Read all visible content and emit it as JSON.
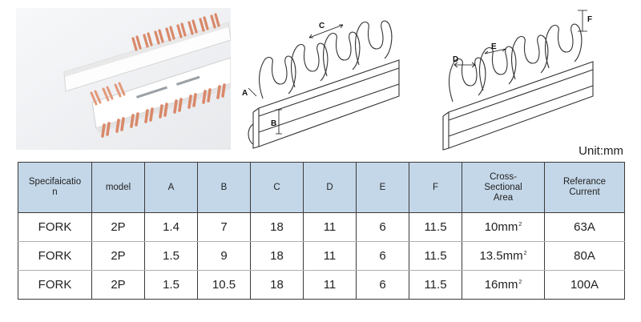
{
  "dimension_labels": {
    "left_diagram": [
      "A",
      "B",
      "C"
    ],
    "right_diagram": [
      "D",
      "E",
      "F"
    ]
  },
  "unit_label": "Unit:mm",
  "table": {
    "headers": [
      {
        "key": "spec",
        "label": "Specifaicatio\nn"
      },
      {
        "key": "model",
        "label": "model"
      },
      {
        "key": "a",
        "label": "A"
      },
      {
        "key": "b",
        "label": "B"
      },
      {
        "key": "c",
        "label": "C"
      },
      {
        "key": "d",
        "label": "D"
      },
      {
        "key": "e",
        "label": "E"
      },
      {
        "key": "f",
        "label": "F"
      },
      {
        "key": "area",
        "label": "Cross-\nSectional\nArea"
      },
      {
        "key": "current",
        "label": "Referance\nCurrent"
      }
    ],
    "rows": [
      {
        "spec": "FORK",
        "model": "2P",
        "a": "1.4",
        "b": "7",
        "c": "18",
        "d": "11",
        "e": "6",
        "f": "11.5",
        "area_value": "10mm",
        "area_sup": "2",
        "current": "63A"
      },
      {
        "spec": "FORK",
        "model": "2P",
        "a": "1.5",
        "b": "9",
        "c": "18",
        "d": "11",
        "e": "6",
        "f": "11.5",
        "area_value": "13.5mm",
        "area_sup": "2",
        "current": "80A"
      },
      {
        "spec": "FORK",
        "model": "2P",
        "a": "1.5",
        "b": "10.5",
        "c": "18",
        "d": "11",
        "e": "6",
        "f": "11.5",
        "area_value": "16mm",
        "area_sup": "2",
        "current": "100A"
      }
    ]
  },
  "colors": {
    "header_background": "#c4d7e8",
    "copper": "#d9896a",
    "photo_background": "#f2f3f5"
  }
}
